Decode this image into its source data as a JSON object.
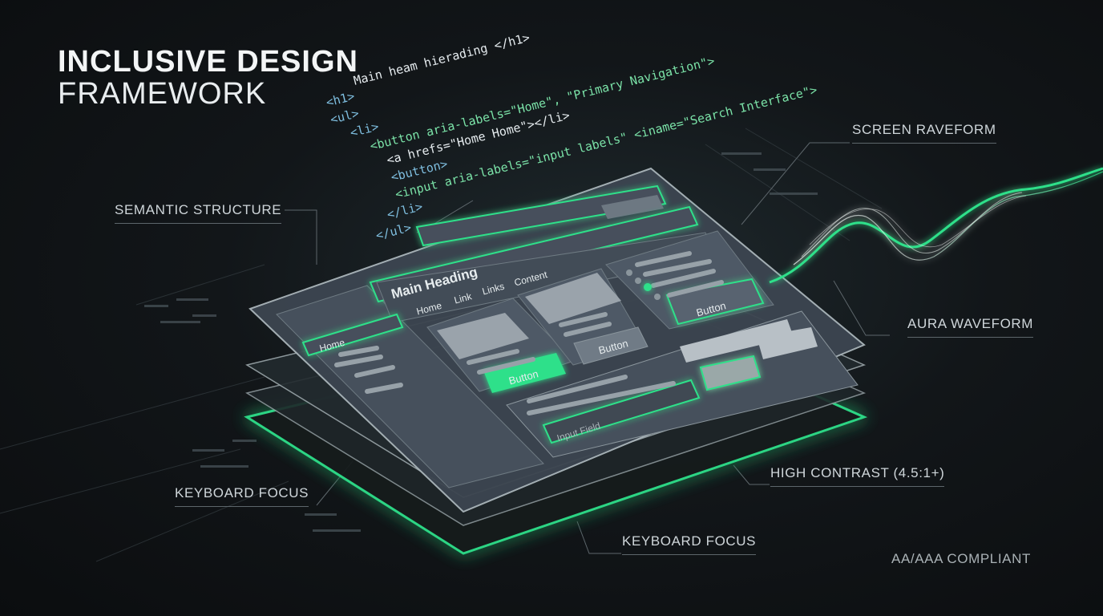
{
  "title": {
    "bold": "INCLUSIVE DESIGN",
    "light": "FRAMEWORK"
  },
  "callouts": {
    "semantic_structure": "SEMANTIC STRUCTURE",
    "screen_raveform": "SCREEN RAVEFORM",
    "aura_waveform": "AURA WAVEFORM",
    "keyboard_focus_left": "KEYBOARD FOCUS",
    "high_contrast": "HIGH CONTRAST (4.5:1+)",
    "keyboard_focus_bottom": "KEYBOARD FOCUS",
    "compliance": "AA/AAA COMPLIANT"
  },
  "code_lines": [
    {
      "prefix": "",
      "text": "Main heam hierading </h1>"
    },
    {
      "prefix": "<h1>",
      "text": ""
    },
    {
      "prefix": "<ul>",
      "text": ""
    },
    {
      "prefix": "<li>",
      "text": ""
    },
    {
      "prefix": "",
      "text": "<button aria-labels=\"Home\", \"Primary Navigation\">"
    },
    {
      "prefix": "",
      "text": "<a hrefs=\"Home Home\"></li>"
    },
    {
      "prefix": "",
      "text": "<button>"
    },
    {
      "prefix": "",
      "text": "<input aria-labels=\"input labels\" <iname=\"Search Interface\">"
    },
    {
      "prefix": "",
      "text": "</li>"
    },
    {
      "prefix": "",
      "text": "</ul>"
    }
  ],
  "ui": {
    "main_heading": "Main Heading",
    "nav": [
      "Home",
      "Link",
      "Links",
      "Content"
    ],
    "sidebar_home": "Home",
    "card_button_1": "Button",
    "card_button_2": "Button",
    "panel_button": "Button",
    "input_placeholder": "Input Field"
  },
  "colors": {
    "accent": "#2fe08a",
    "glow": "#19c777",
    "panel": "#4a5563",
    "background": "#121619"
  }
}
